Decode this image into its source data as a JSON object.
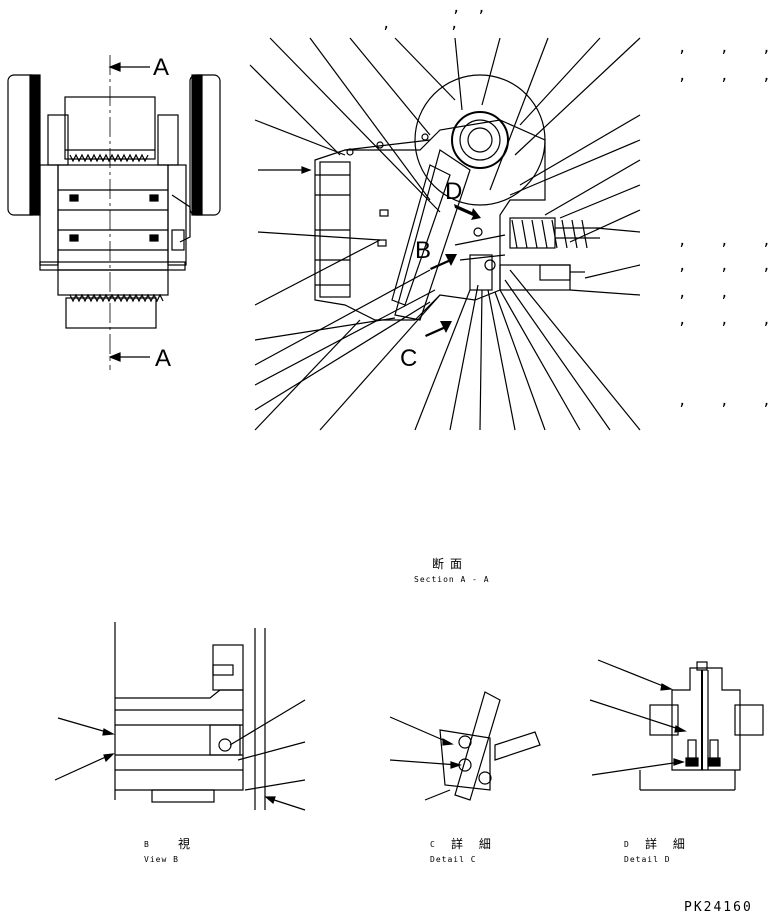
{
  "section_markers": {
    "top": "A",
    "bottom": "A"
  },
  "callouts": {
    "d": "D",
    "b": "B",
    "c": "C"
  },
  "captions": {
    "section_jp": "断面",
    "section_en": "Section A - A",
    "view_b_letter": "B",
    "view_b_jp": "視",
    "view_b_en": "View B",
    "detail_c_letter": "C",
    "detail_c_jp": "詳 細",
    "detail_c_en": "Detail C",
    "detail_d_letter": "D",
    "detail_d_jp": "詳 細",
    "detail_d_en": "Detail D"
  },
  "part_number": "PK24160",
  "colors": {
    "line": "#000000",
    "background": "#ffffff"
  }
}
